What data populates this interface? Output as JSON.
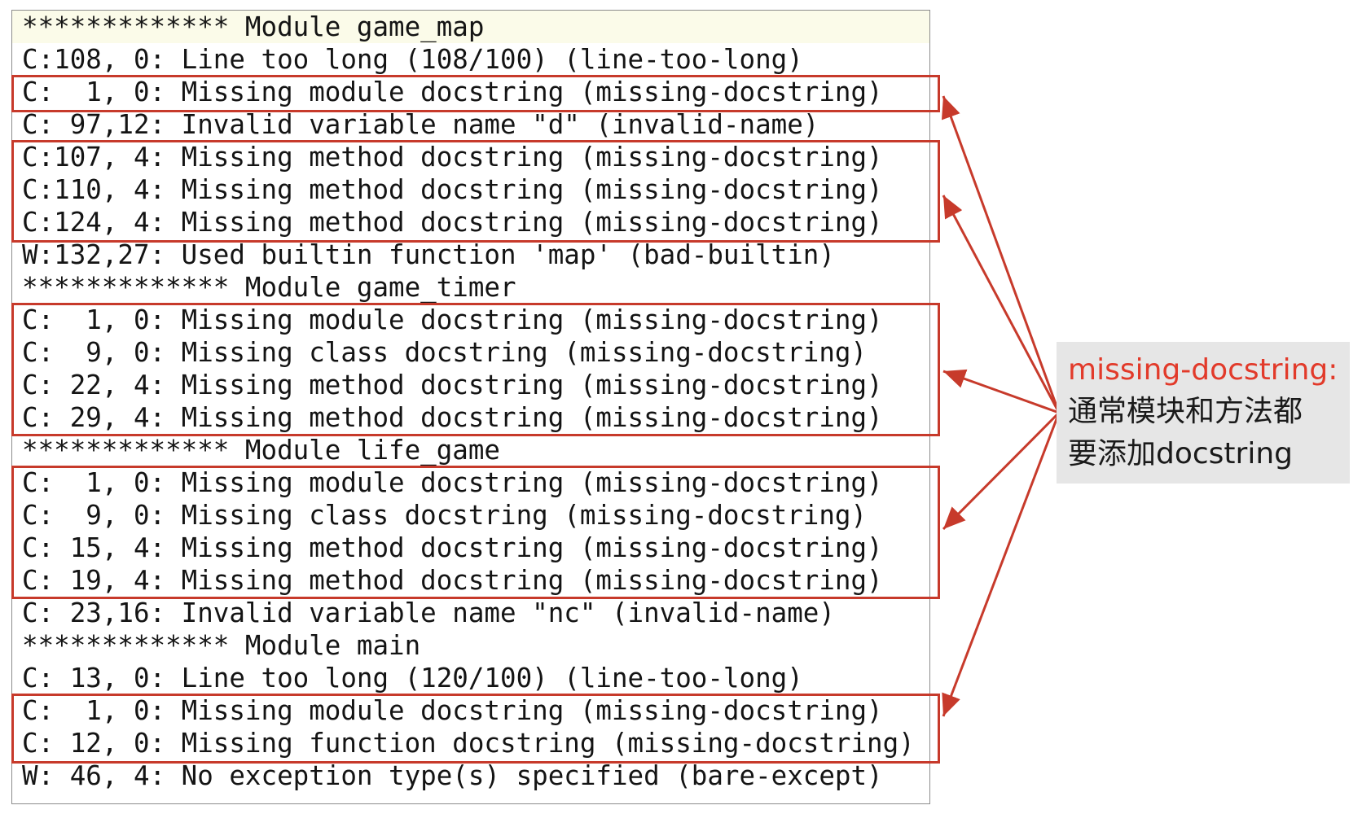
{
  "log_lines": [
    "************* Module game_map",
    "C:108, 0: Line too long (108/100) (line-too-long)",
    "C:  1, 0: Missing module docstring (missing-docstring)",
    "C: 97,12: Invalid variable name \"d\" (invalid-name)",
    "C:107, 4: Missing method docstring (missing-docstring)",
    "C:110, 4: Missing method docstring (missing-docstring)",
    "C:124, 4: Missing method docstring (missing-docstring)",
    "W:132,27: Used builtin function 'map' (bad-builtin)",
    "************* Module game_timer",
    "C:  1, 0: Missing module docstring (missing-docstring)",
    "C:  9, 0: Missing class docstring (missing-docstring)",
    "C: 22, 4: Missing method docstring (missing-docstring)",
    "C: 29, 4: Missing method docstring (missing-docstring)",
    "************* Module life_game",
    "C:  1, 0: Missing module docstring (missing-docstring)",
    "C:  9, 0: Missing class docstring (missing-docstring)",
    "C: 15, 4: Missing method docstring (missing-docstring)",
    "C: 19, 4: Missing method docstring (missing-docstring)",
    "C: 23,16: Invalid variable name \"nc\" (invalid-name)",
    "************* Module main",
    "C: 13, 0: Line too long (120/100) (line-too-long)",
    "C:  1, 0: Missing module docstring (missing-docstring)",
    "C: 12, 0: Missing function docstring (missing-docstring)",
    "W: 46, 4: No exception type(s) specified (bare-except)"
  ],
  "callout": {
    "title": "missing-docstring:",
    "line1": "通常模块和方法都",
    "line2": "要添加docstring"
  },
  "colors": {
    "highlight_box": "#c73a2b",
    "callout_title": "#e23a2a",
    "callout_bg": "#e6e6e6",
    "first_line_bg": "#fbfbe9"
  }
}
